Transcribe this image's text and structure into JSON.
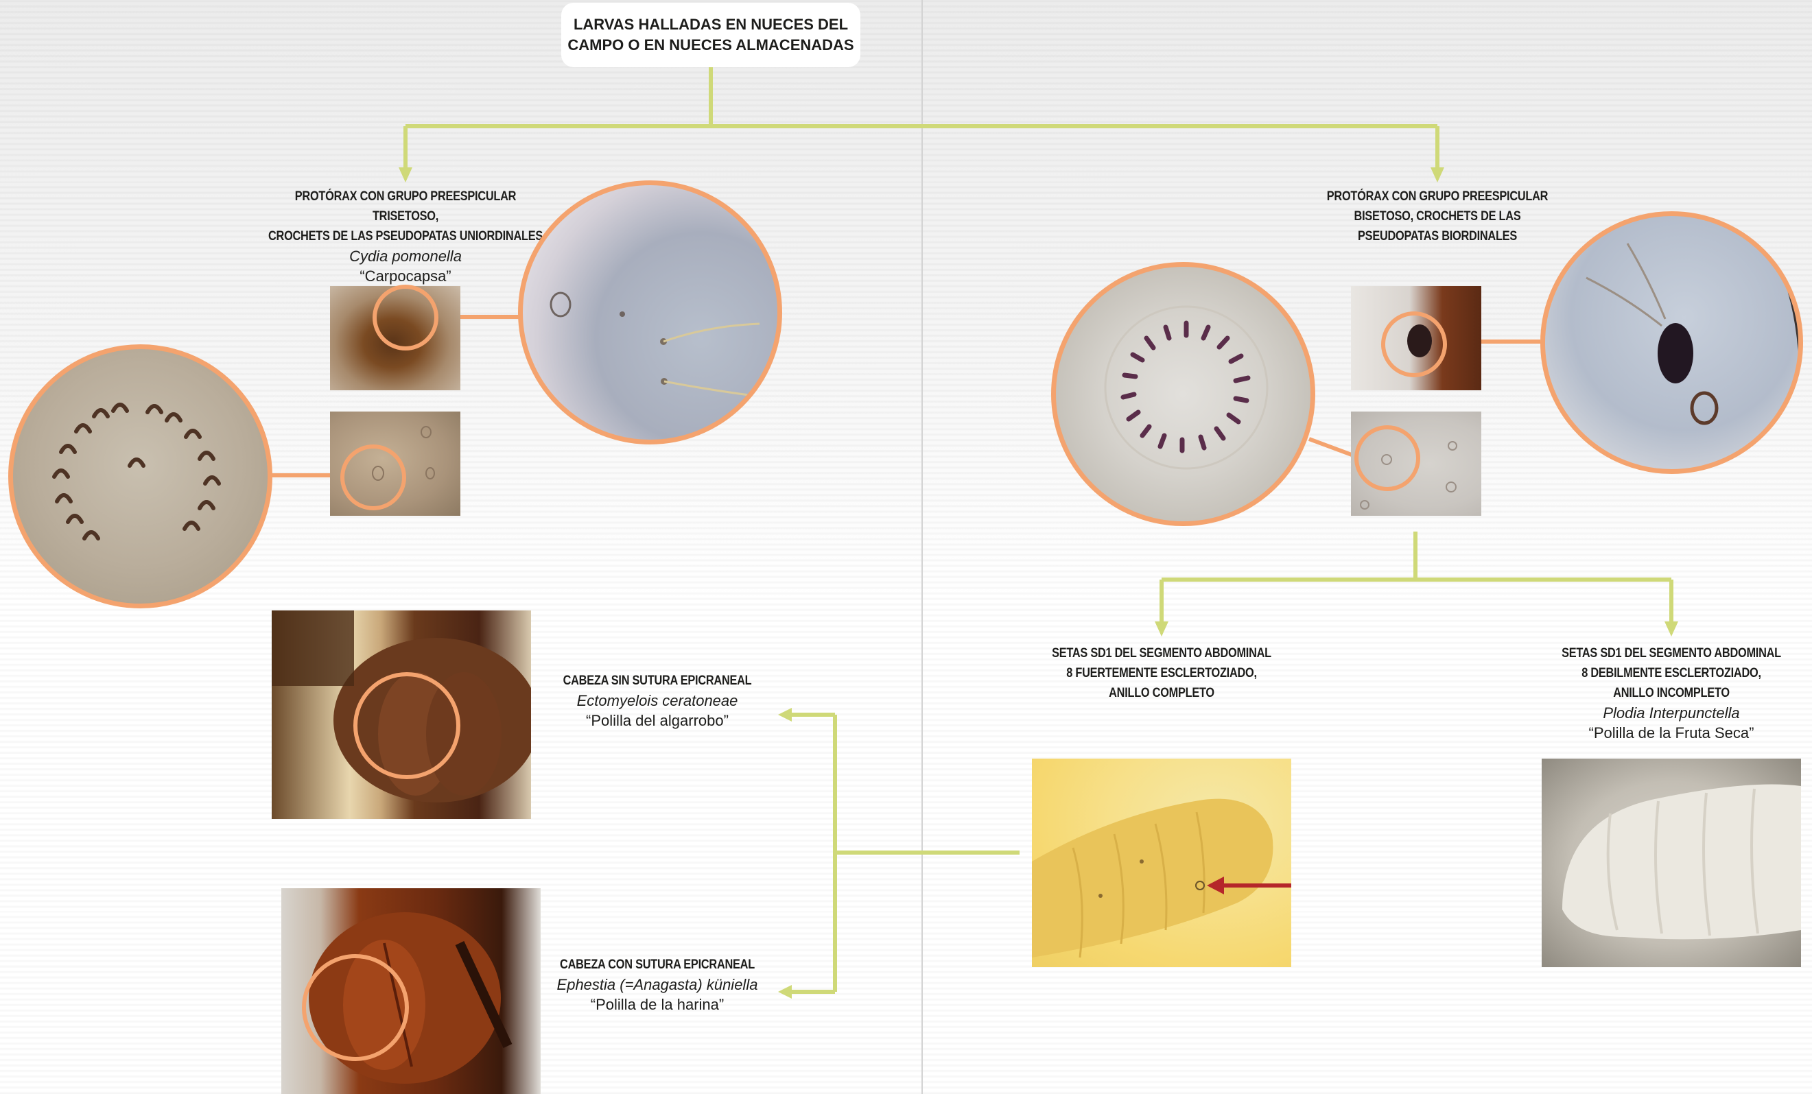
{
  "title": {
    "line1": "LARVAS HALLADAS EN NUECES DEL",
    "line2": "CAMPO O EN NUECES ALMACENADAS"
  },
  "left_branch": {
    "header_line1": "PROTÓRAX CON GRUPO PREESPICULAR TRISETOSO,",
    "header_line2": "CROCHETS DE LAS PSEUDOPATAS UNIORDINALES",
    "species": "Cydia pomonella",
    "common": "“Carpocapsa”"
  },
  "right_branch": {
    "header_line1": "PROTÓRAX CON GRUPO PREESPICULAR",
    "header_line2": "BISETOSO, CROCHETS DE LAS",
    "header_line3": "PSEUDOPATAS BIORDINALES"
  },
  "sd1_strong": {
    "line1": "SETAS SD1 DEL SEGMENTO ABDOMINAL",
    "line2": "8 FUERTEMENTE ESCLERTOZIADO,",
    "line3": "ANILLO COMPLETO"
  },
  "sd1_weak": {
    "line1": "SETAS SD1 DEL SEGMENTO ABDOMINAL",
    "line2": "8 DEBILMENTE ESCLERTOZIADO,",
    "line3": "ANILLO INCOMPLETO",
    "species": "Plodia Interpunctella",
    "common": "“Polilla de la Fruta Seca”"
  },
  "no_suture": {
    "header": "CABEZA SIN SUTURA EPICRANEAL",
    "species": "Ectomyelois ceratoneae",
    "common": "“Polilla del algarrobo”"
  },
  "with_suture": {
    "header": "CABEZA CON SUTURA EPICRANEAL",
    "species": "Ephestia (=Anagasta) küniella",
    "common": "“Polilla de la harina”"
  },
  "colors": {
    "connector": "#cfd978",
    "circle": "#f4a36e",
    "arrow": "#b5262a"
  }
}
